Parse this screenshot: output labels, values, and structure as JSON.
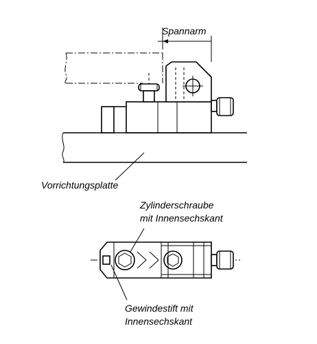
{
  "labels": {
    "clamping_arm": "Spannarm",
    "fixture_plate": "Vorrichtungsplatte",
    "cap_screw": [
      "Zylinderschraube",
      "mit Innensechskant"
    ],
    "set_screw": [
      "Gewindestift mit",
      "Innensechskant"
    ]
  },
  "colors": {
    "line": "#000000",
    "background": "#ffffff"
  }
}
